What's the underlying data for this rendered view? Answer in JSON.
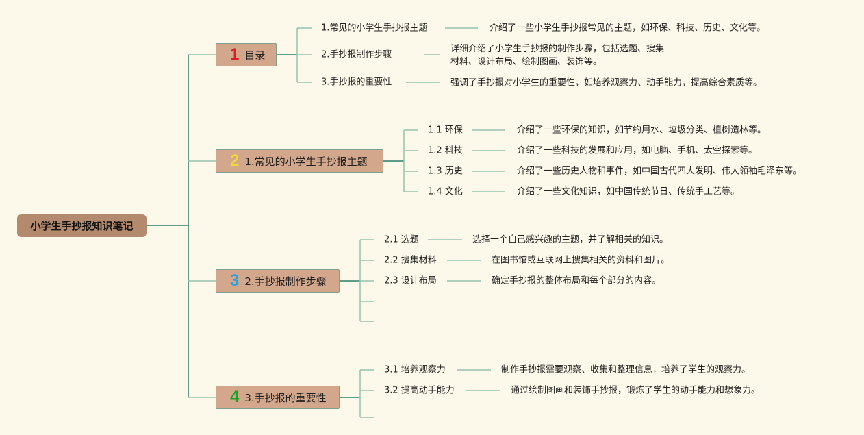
{
  "root": "小学生手抄报知识笔记",
  "colors": {
    "node": "#d2a78b",
    "root": "#b48a6e",
    "num1": "#d81e2a",
    "num2": "#f2d63a",
    "num3": "#2d9ee0",
    "num4": "#22a02a"
  },
  "branches": [
    {
      "num": "1",
      "title": "目录",
      "children": [
        {
          "label": "1.常见的小学生手抄报主题",
          "desc": "介绍了一些小学生手抄报常见的主题，如环保、科技、历史、文化等。"
        },
        {
          "label": "2.手抄报制作步骤",
          "desc": "详细介绍了小学生手抄报的制作步骤，包括选题、搜集材料、设计布局、绘制图画、装饰等。"
        },
        {
          "label": "3.手抄报的重要性",
          "desc": "强调了手抄报对小学生的重要性，如培养观察力、动手能力，提高综合素质等。"
        }
      ]
    },
    {
      "num": "2",
      "title": "1.常见的小学生手抄报主题",
      "children": [
        {
          "label": "1.1 环保",
          "desc": "介绍了一些环保的知识，如节约用水、垃圾分类、植树造林等。"
        },
        {
          "label": "1.2 科技",
          "desc": "介绍了一些科技的发展和应用，如电脑、手机、太空探索等。"
        },
        {
          "label": "1.3 历史",
          "desc": "介绍了一些历史人物和事件，如中国古代四大发明、伟大领袖毛泽东等。"
        },
        {
          "label": "1.4 文化",
          "desc": "介绍了一些文化知识，如中国传统节日、传统手工艺等。"
        }
      ]
    },
    {
      "num": "3",
      "title": "2.手抄报制作步骤",
      "children": [
        {
          "label": "2.1 选题",
          "desc": "选择一个自己感兴趣的主题，并了解相关的知识。"
        },
        {
          "label": "2.2 搜集材料",
          "desc": "在图书馆或互联网上搜集相关的资料和图片。"
        },
        {
          "label": "2.3 设计布局",
          "desc": "确定手抄报的整体布局和每个部分的内容。"
        }
      ]
    },
    {
      "num": "4",
      "title": "3.手抄报的重要性",
      "children": [
        {
          "label": "3.1 培养观察力",
          "desc": "制作手抄报需要观察、收集和整理信息，培养了学生的观察力。"
        },
        {
          "label": "3.2 提高动手能力",
          "desc": "通过绘制图画和装饰手抄报，锻炼了学生的动手能力和想象力。"
        }
      ]
    }
  ]
}
